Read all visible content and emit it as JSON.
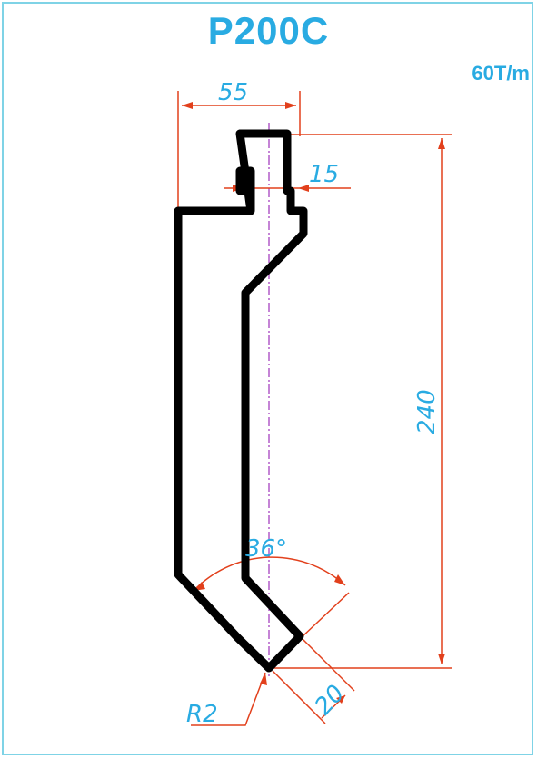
{
  "title": "P200C",
  "capacity": "60T/m",
  "dimensions": {
    "width_top": "55",
    "tang_offset": "15",
    "height": "240",
    "angle": "36°",
    "tip_length": "20",
    "radius": "R2"
  },
  "colors": {
    "title": "#29abe2",
    "frame": "#7fd3e6",
    "outline": "#000000",
    "dimension_lines": "#e2401c",
    "centerline": "#b25bc8"
  }
}
